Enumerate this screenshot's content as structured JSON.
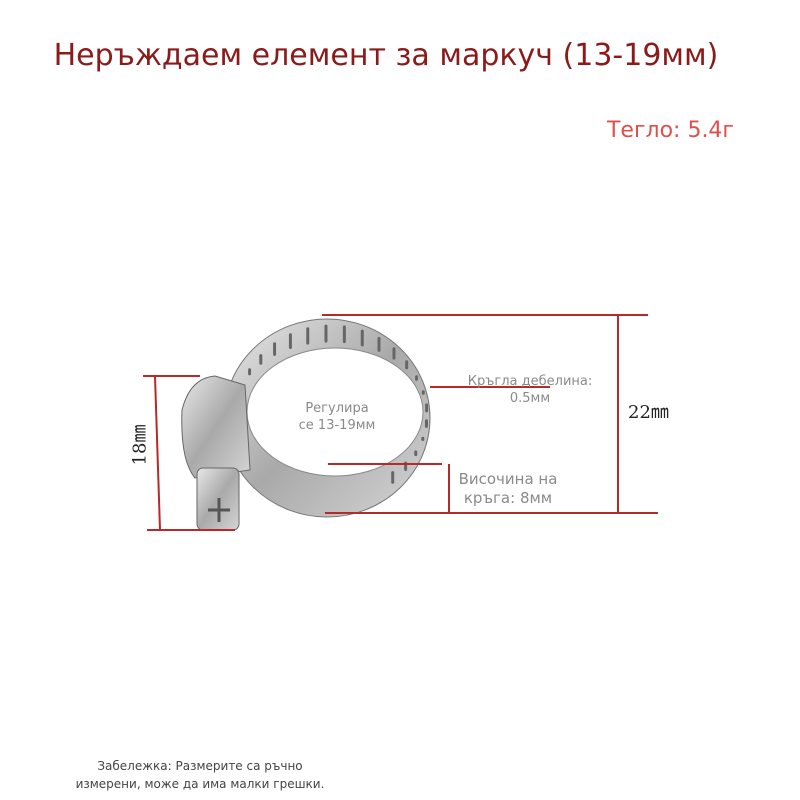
{
  "title": "Неръждаем елемент за маркуч (13-19мм)",
  "weight": "Тегло: 5.4г",
  "labels": {
    "adjust": [
      "Регулира",
      "се 13-19мм"
    ],
    "thickness": [
      "Кръгла дебелина:",
      "0.5мм"
    ],
    "height": [
      "Височина на",
      "кръга: 8мм"
    ],
    "dim_total": "22㎜",
    "dim_housing": "18㎜"
  },
  "note": [
    "Забележка: Размерите са ръчно",
    "измерени, може да има малки грешки."
  ],
  "colors": {
    "title": "#8b1a1a",
    "weight": "#e0504a",
    "dimension_line": "#b52a2a"
  }
}
